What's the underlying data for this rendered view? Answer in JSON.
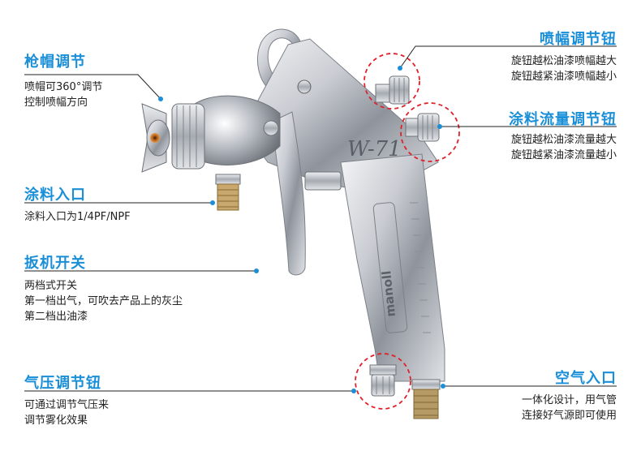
{
  "callouts": {
    "cap": {
      "title": "枪帽调节",
      "lines": [
        "喷帽可360°调节",
        "控制喷幅方向"
      ]
    },
    "inlet": {
      "title": "涂料入口",
      "lines": [
        "涂料入口为1/4PF/NPF"
      ]
    },
    "trigger": {
      "title": "扳机开关",
      "lines": [
        "两档式开关",
        "第一档出气，可吹去产品上的灰尘",
        "第二档出油漆"
      ]
    },
    "pressure": {
      "title": "气压调节钮",
      "lines": [
        "可通过调节气压来",
        "调节雾化效果"
      ]
    },
    "spray_width": {
      "title": "喷幅调节钮",
      "lines": [
        "旋钮越松油漆喷幅越大",
        "旋钮越紧油漆喷幅越小"
      ]
    },
    "flow": {
      "title": "涂料流量调节钮",
      "lines": [
        "旋钮越松油漆流量越大",
        "旋钮越紧油漆流量越小"
      ]
    },
    "air": {
      "title": "空气入口",
      "lines": [
        "一体化设计，用气管",
        "连接好气源即可使用"
      ]
    }
  },
  "product": {
    "model_mark": "W-71",
    "brand_mark": "manoll"
  },
  "colors": {
    "accent": "#1a8fd8",
    "highlight_circle": "#e0202a",
    "text": "#222222"
  }
}
